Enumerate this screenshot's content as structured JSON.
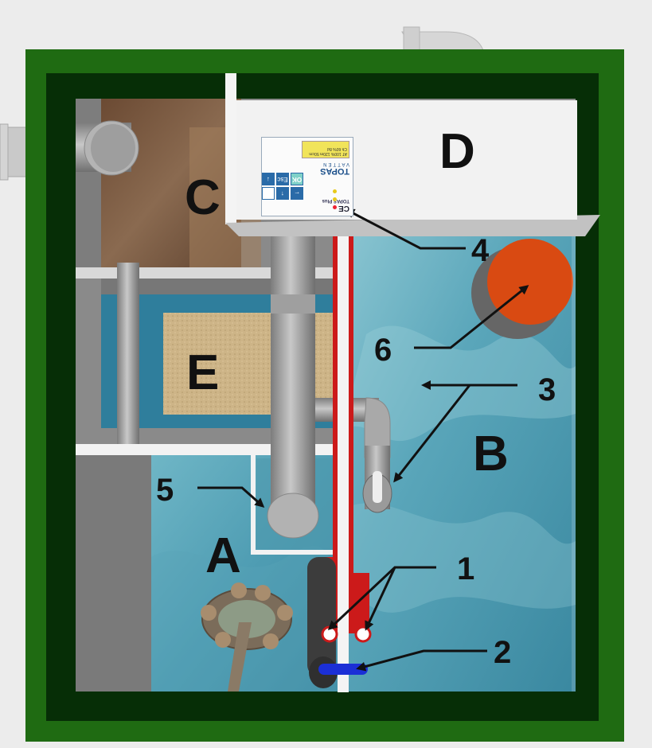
{
  "compartments": {
    "a": "A",
    "b": "B",
    "c": "C",
    "d": "D",
    "e": "E"
  },
  "callouts": {
    "n1": "1",
    "n2": "2",
    "n3": "3",
    "n4": "4",
    "n5": "5",
    "n6": "6"
  },
  "control_panel": {
    "ce_mark": "CE",
    "model": "TOPAS Plus",
    "brand": "TOPAS",
    "sub": "VATTEN",
    "cert_line1": "AT 100% 120m 50cm",
    "cert_line2": "Ch 60% 8d",
    "btn_ok": "OK",
    "btn_esc": "Esc",
    "btn_left": "←",
    "btn_up": "↑",
    "btn_down": "↓"
  },
  "colors": {
    "frame_green": "#1f6b12",
    "frame_dark": "#062e06",
    "water_blue": "#3f8ea8",
    "water_light": "#6bb2c2",
    "wood": "#7a5c44",
    "red_pipe": "#cc1a1a",
    "blue_pipe": "#1b2fd6",
    "orange_float": "#d94a12",
    "sand": "#c9b283",
    "pipe_gray": "#9a9a9a"
  }
}
